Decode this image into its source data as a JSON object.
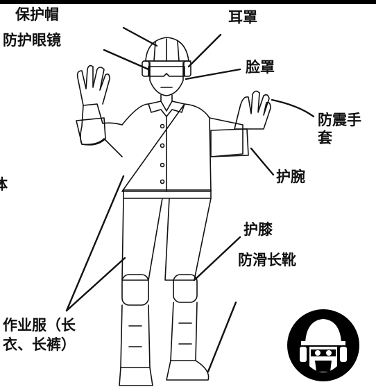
{
  "labels": {
    "helmet": "保护帽",
    "goggles": "防护眼镜",
    "earmuffs": "耳罩",
    "face_shield": "脸罩",
    "gloves_line1": "防震手",
    "gloves_line2": "套",
    "wrist_guard": "护腕",
    "knee_pad": "护膝",
    "boots": "防滑长靴",
    "clothes_line1": "作业服（长",
    "clothes_line2": "衣、长裤）",
    "edge_char": "体"
  },
  "icon": {
    "name": "ppe-helmet-mask-sign",
    "fg": "#ffffff",
    "bg": "#000000"
  },
  "top_bar_color": "#000000"
}
